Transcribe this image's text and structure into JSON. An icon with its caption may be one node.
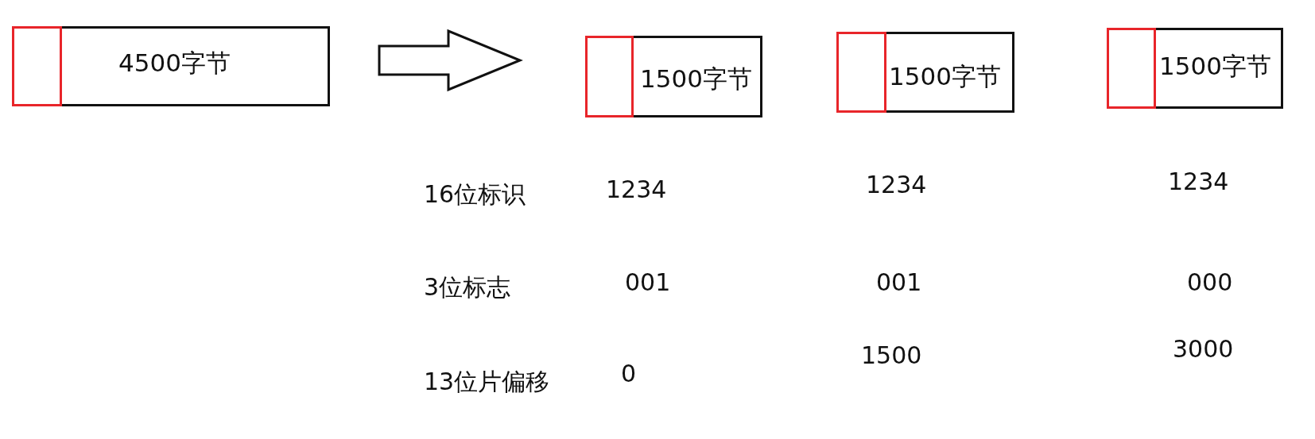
{
  "diagram": {
    "nodes": [
      {
        "text": [
          "4500字节"
        ]
      },
      {
        "text": [],
        "shape": "box",
        "in": 0
      },
      {
        "text": [
          "1500字节"
        ]
      },
      {
        "text": [],
        "shape": "box",
        "in": 2
      },
      {
        "text": [
          "1500字节"
        ]
      },
      {
        "text": [],
        "shape": "box",
        "in": 4
      },
      {
        "text": [
          "1500字节"
        ]
      },
      {
        "text": [],
        "shape": "box",
        "in": 6
      }
    ],
    "edges": [
      {
        "from": 0,
        "to": 2,
        "arrow": "to"
      }
    ],
    "labels": [
      "16位标识",
      "1234",
      "1234",
      "1234",
      "3位标志",
      "001",
      "001",
      "000",
      "13位片偏移",
      "0",
      "1500",
      "3000"
    ]
  }
}
